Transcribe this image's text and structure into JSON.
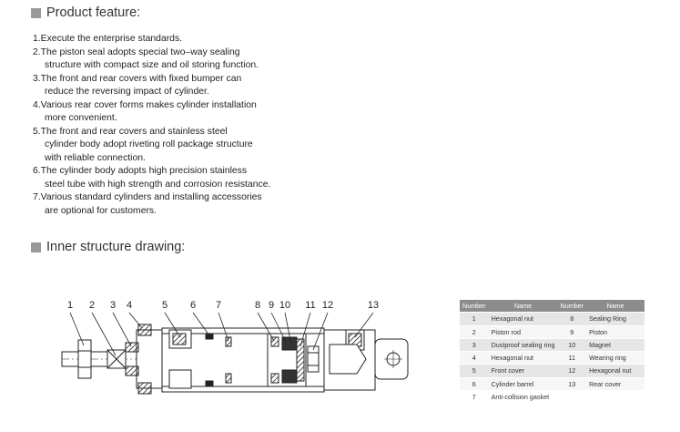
{
  "feature_heading": "Product feature:",
  "features": [
    [
      "1.Execute the enterprise standards."
    ],
    [
      "2.The piston seal adopts special two–way sealing",
      "structure with compact size and oil storing function."
    ],
    [
      "3.The front and rear covers with fixed bumper can",
      "reduce the reversing impact of cylinder."
    ],
    [
      "4.Various rear cover forms makes cylinder installation",
      "more convenient."
    ],
    [
      "5.The front and rear covers and stainless steel",
      "cylinder body adopt riveting roll package structure",
      "with reliable connection."
    ],
    [
      "6.The cylinder body adopts high precision stainless",
      "steel tube with high strength and corrosion resistance."
    ],
    [
      "7.Various standard cylinders and installing accessories",
      "are optional for customers."
    ]
  ],
  "structure_heading": "Inner structure drawing:",
  "callouts": [
    "1",
    "2",
    "3",
    "4",
    "5",
    "6",
    "7",
    "8",
    "9",
    "10",
    "11",
    "12",
    "13"
  ],
  "table": {
    "headers": [
      "Number",
      "Name",
      "Number",
      "Name"
    ],
    "rows": [
      [
        "1",
        "Hexagonal nut",
        "8",
        "Sealing Ring"
      ],
      [
        "2",
        "Piston rod",
        "9",
        "Piston"
      ],
      [
        "3",
        "Dustproof sealing ring",
        "10",
        "Magnet"
      ],
      [
        "4",
        "Hexagonal nut",
        "11",
        "Wearing ring"
      ],
      [
        "5",
        "Front cover",
        "12",
        "Hexagonal nut"
      ],
      [
        "6",
        "Cylinder barrel",
        "13",
        "Rear cover"
      ],
      [
        "7",
        "Anti-collision gasket",
        "",
        ""
      ]
    ]
  },
  "colors": {
    "square": "#9a9a9a",
    "table_header": "#8c8c8c",
    "hatch": "#222222"
  }
}
